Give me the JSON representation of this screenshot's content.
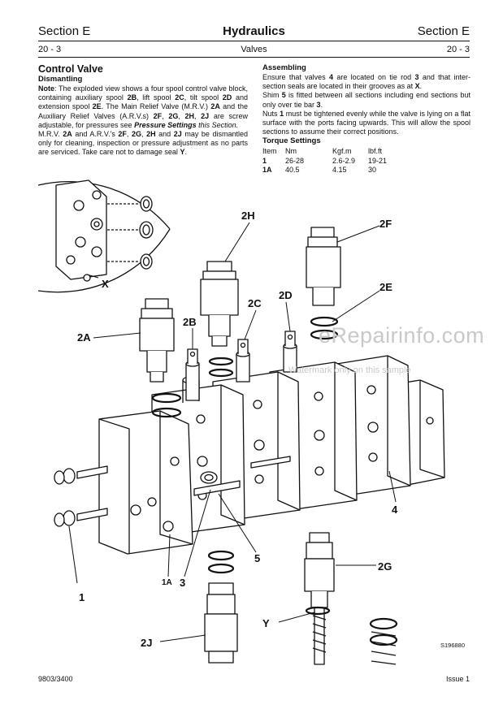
{
  "header": {
    "section_left": "Section E",
    "title": "Hydraulics",
    "section_right": "Section E",
    "page_left": "20 - 3",
    "subtitle": "Valves",
    "page_right": "20 - 3"
  },
  "left": {
    "title": "Control Valve",
    "subheading": "Dismantling",
    "note_label": "Note",
    "note_1": ": The exploded view shows a four spool control valve block, containing auxiliary spool ",
    "note_2": ", lift spool ",
    "note_3": ", tilt spool ",
    "note_4": " and extension spool ",
    "note_5": ". The Main Relief Valve (M.R.V.) ",
    "note_6": " and the Auxiliary Relief Valves (A.R.V.s) ",
    "note_7": " are screw adjustable, for pressures see ",
    "note_8": "Pressure Settings",
    "note_9": " this Section.",
    "p2_a": "M.R.V. ",
    "p2_b": " and A.R.V.'s ",
    "p2_c": " and ",
    "p2_d": " may be dismantled only for cleaning, inspection or pressure adjustment as no parts are serviced. Take care not to damage seal ",
    "p2_e": "."
  },
  "right": {
    "subheading": "Assembling",
    "p1_a": "Ensure that valves ",
    "p1_b": " are located on tie rod ",
    "p1_c": " and that inter-section seals are located in their grooves as at ",
    "p1_d": ".",
    "p2_a": "Shim ",
    "p2_b": " is fitted between all sections including end sections but only over tie bar ",
    "p2_c": ".",
    "p3_a": "Nuts ",
    "p3_b": " must be tightened evenly while the valve is lying on a flat surface with the ports facing upwards. This will allow the spool sections to assume their correct positions.",
    "torque_heading": "Torque Settings",
    "torque_columns": [
      "Item",
      "Nm",
      "Kgf.m",
      "lbf.ft"
    ],
    "torque_rows": [
      [
        "1",
        "26-28",
        "2.6-2.9",
        "19-21"
      ],
      [
        "1A",
        "40.5",
        "4.15",
        "30"
      ]
    ]
  },
  "refs": {
    "r1": "1",
    "r1a": "1A",
    "r2a": "2A",
    "r2b": "2B",
    "r2c": "2C",
    "r2d": "2D",
    "r2e": "2E",
    "r2f": "2F",
    "r2g": "2G",
    "r2h": "2H",
    "r2j": "2J",
    "r3": "3",
    "r4": "4",
    "r5": "5",
    "rx": "X",
    "ry": "Y",
    "sep_comma": ", ",
    "sep_comma_tight": ","
  },
  "diagram_labels": {
    "X": "X",
    "2H": "2H",
    "2F": "2F",
    "2E": "2E",
    "2A": "2A",
    "2B": "2B",
    "2C": "2C",
    "2D": "2D",
    "1": "1",
    "1A": "1A",
    "3": "3",
    "5": "5",
    "4": "4",
    "2G": "2G",
    "Y": "Y",
    "2J": "2J"
  },
  "watermark": {
    "main": "eRepairinfo.com",
    "sub": "Watermark only on this sample"
  },
  "drawing_code": "S196880",
  "footer": {
    "left": "9803/3400",
    "right": "Issue 1"
  }
}
